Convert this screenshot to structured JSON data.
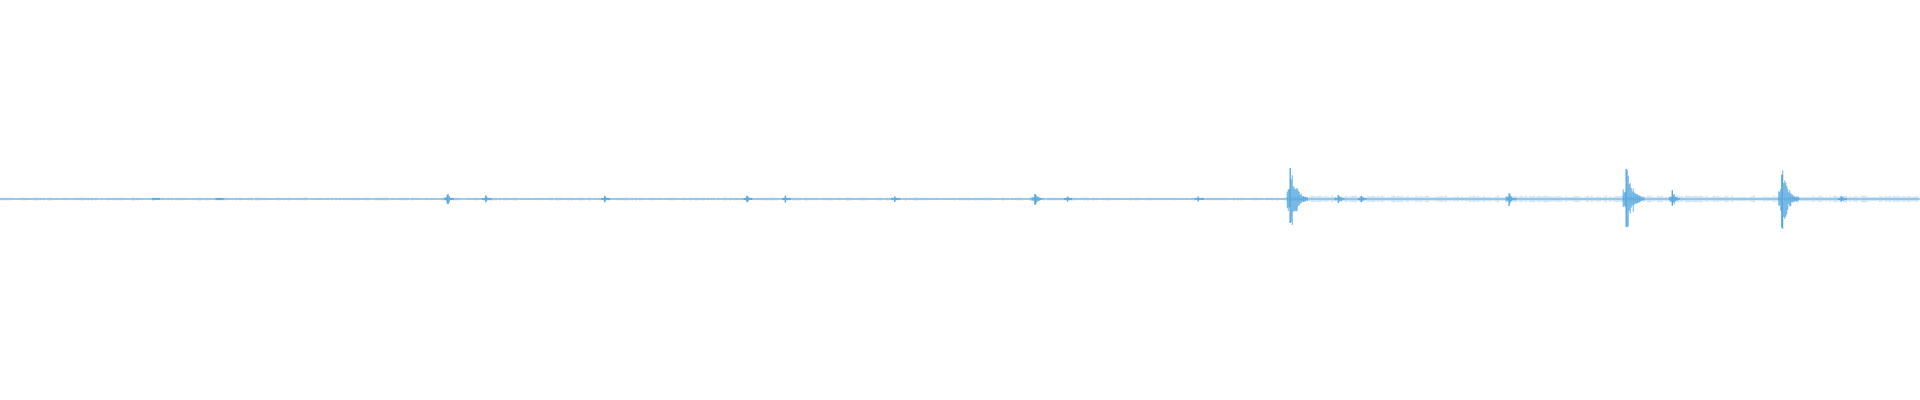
{
  "waveform": {
    "color": "#5aa9df",
    "background": "#ffffff",
    "peaks": [
      {
        "t": 0.081,
        "amp": 0.02
      },
      {
        "t": 0.114,
        "amp": 0.03
      },
      {
        "t": 0.233,
        "amp": 0.18
      },
      {
        "t": 0.253,
        "amp": 0.12
      },
      {
        "t": 0.315,
        "amp": 0.09
      },
      {
        "t": 0.389,
        "amp": 0.13
      },
      {
        "t": 0.409,
        "amp": 0.11
      },
      {
        "t": 0.466,
        "amp": 0.08
      },
      {
        "t": 0.539,
        "amp": 0.24
      },
      {
        "t": 0.556,
        "amp": 0.07
      },
      {
        "t": 0.624,
        "amp": 0.09
      },
      {
        "t": 0.672,
        "amp": 0.98
      },
      {
        "t": 0.697,
        "amp": 0.16
      },
      {
        "t": 0.709,
        "amp": 0.14
      },
      {
        "t": 0.786,
        "amp": 0.22
      },
      {
        "t": 0.847,
        "amp": 1.0
      },
      {
        "t": 0.871,
        "amp": 0.26
      },
      {
        "t": 0.928,
        "amp": 0.96
      },
      {
        "t": 0.959,
        "amp": 0.11
      }
    ]
  }
}
